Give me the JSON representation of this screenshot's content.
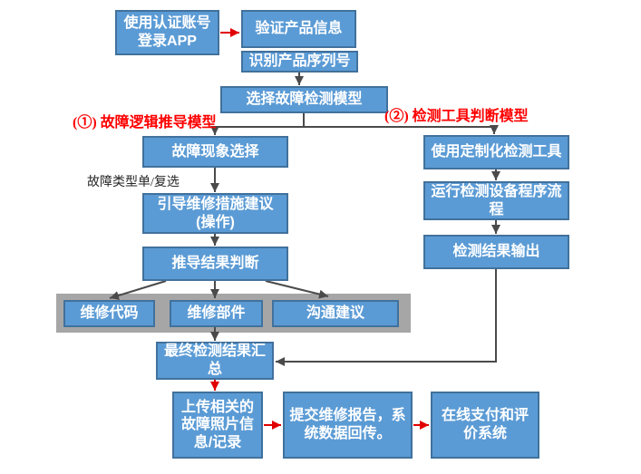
{
  "colors": {
    "box_fill": "#5b9bd5",
    "box_border": "#41719c",
    "gray_panel": "#a6a6a6",
    "arrow": "#4a4a4a",
    "red": "#e00000",
    "label_red": "#fe0000"
  },
  "nodes": [
    {
      "id": "login",
      "label": "使用认证账号\n登录APP"
    },
    {
      "id": "verify",
      "label": "验证产品信息"
    },
    {
      "id": "serial",
      "label": "识别产品序列号"
    },
    {
      "id": "model",
      "label": "选择故障检测模型"
    },
    {
      "id": "phenomenon",
      "label": "故障现象选择"
    },
    {
      "id": "guide",
      "label": "引导维修措施建议\n(操作)"
    },
    {
      "id": "judge",
      "label": "推导结果判断"
    },
    {
      "id": "code",
      "label": "维修代码"
    },
    {
      "id": "parts",
      "label": "维修部件"
    },
    {
      "id": "comm",
      "label": "沟通建议"
    },
    {
      "id": "final",
      "label": "最终检测结果汇\n总"
    },
    {
      "id": "upload",
      "label": "上传相关的\n故障照片信\n息/记录"
    },
    {
      "id": "report",
      "label": "提交维修报告，系\n统数据回传。"
    },
    {
      "id": "pay",
      "label": "在线支付和评\n价系统"
    },
    {
      "id": "tool",
      "label": "使用定制化检测工具"
    },
    {
      "id": "run",
      "label": "运行检测设备程序流\n程"
    },
    {
      "id": "output",
      "label": "检测结果输出"
    }
  ],
  "annotations": {
    "branch1": "(①) 故障逻辑推导模型",
    "branch2": "(②) 检测工具判断模型",
    "fault_type_note": "故障类型单/复选"
  }
}
